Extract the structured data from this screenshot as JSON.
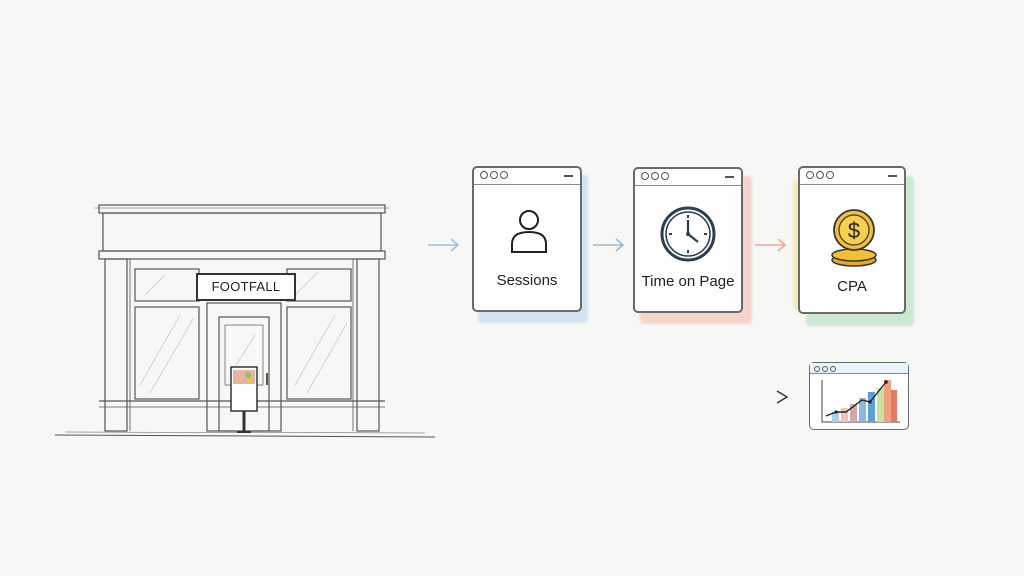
{
  "store": {
    "sign_label": "FOOTFALL"
  },
  "flow": {
    "steps": [
      {
        "label": "Sessions",
        "icon": "user-icon",
        "accent": "#a9c8e8"
      },
      {
        "label": "Time on Page",
        "icon": "clock-icon",
        "accent": "#f2b2a6"
      },
      {
        "label": "CPA",
        "icon": "dollar-coin-icon",
        "accent": "#a8dcb8",
        "accent_secondary": "#f3e08a"
      }
    ],
    "arrow_colors": [
      "#9cc0dd",
      "#9cb6cc",
      "#f0a898"
    ]
  },
  "report": {
    "icon": "bar-line-chart-icon",
    "bar_colors": [
      "#a8d4e6",
      "#f2c4b8",
      "#d4a8a8",
      "#8cb8e0",
      "#5ca0d8",
      "#c8e0a0",
      "#f0a080",
      "#e87860"
    ],
    "bar_heights": [
      10,
      14,
      18,
      24,
      30,
      42,
      50,
      40
    ],
    "line_points": [
      10,
      12,
      13,
      26,
      24,
      48
    ]
  }
}
